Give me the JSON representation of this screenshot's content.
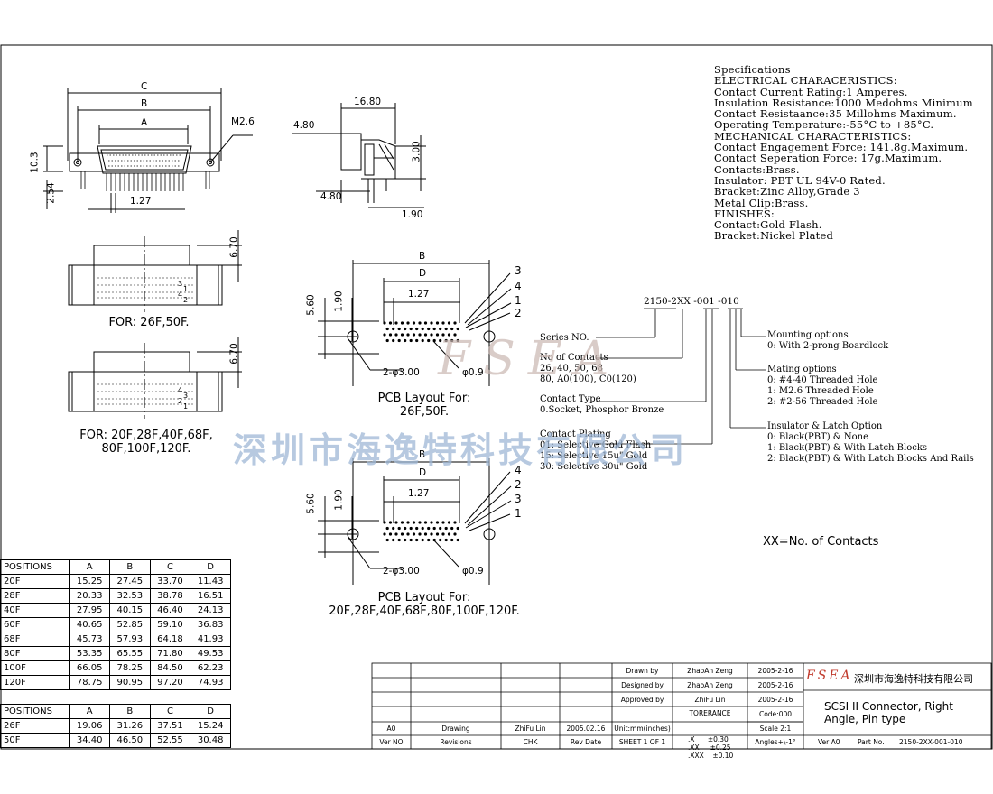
{
  "specifications": {
    "lines": [
      "Specifications",
      "ELECTRICAL CHARACERISTICS:",
      "Contact Current Rating:1 Amperes.",
      "Insulation Resistance:1000 Medohms Minimum",
      "Contact Resistaance:35 Millohms Maximum.",
      "Operating Temperature:-55°C to +85°C.",
      "MECHANICAL CHARACTERISTICS:",
      "Contact Engagement Force: 141.8g.Maximum.",
      "Contact Seperation Force: 17g.Maximum.",
      "Contacts:Brass.",
      "Insulator: PBT UL 94V-0 Rated.",
      "Bracket:Zinc Alloy,Grade 3",
      "Metal Clip:Brass.",
      "FINISHES:",
      "Contact:Gold Flash.",
      "Bracket:Nickel Plated"
    ]
  },
  "front_view": {
    "dims": {
      "c": "C",
      "b": "B",
      "a": "A",
      "m": "M2.6",
      "h": "10.3",
      "pitch_h": "2.54",
      "pitch": "1.27"
    }
  },
  "side_view": {
    "dims": {
      "w": "16.80",
      "top": "4.80",
      "bot": "4.80",
      "right": "3.00",
      "tail": "1.90"
    }
  },
  "top_view_1": {
    "dim": "6.70",
    "pins": [
      "3",
      "1",
      "4",
      "2"
    ],
    "caption": "FOR: 26F,50F."
  },
  "top_view_2": {
    "dim": "6.70",
    "pins": [
      "4",
      "3",
      "2",
      "1"
    ],
    "caption_lines": [
      "FOR: 20F,28F,40F,68F,",
      "80F,100F,120F."
    ]
  },
  "pcb_layout_1": {
    "dims": {
      "b": "B",
      "d": "D",
      "p": "1.27",
      "h1": "5.60",
      "h2": "1.90",
      "holes": "2-φ3.00",
      "pin": "φ0.9"
    },
    "pins": [
      "3",
      "4",
      "1",
      "2"
    ],
    "caption_lines": [
      "PCB Layout For:",
      "26F,50F."
    ]
  },
  "pcb_layout_2": {
    "dims": {
      "b": "B",
      "d": "D",
      "p": "1.27",
      "h1": "5.60",
      "h2": "1.90",
      "holes": "2-φ3.00",
      "pin": "φ0.9"
    },
    "pins": [
      "4",
      "2",
      "3",
      "1"
    ],
    "caption_lines": [
      "PCB Layout For:",
      "20F,28F,40F,68F,80F,100F,120F."
    ]
  },
  "ordering": {
    "part_code": "2150-2XX -001 -010",
    "series": "Series NO.",
    "contacts": [
      "No of Contacts",
      "26, 40, 50, 68",
      "80, A0(100), C0(120)"
    ],
    "contact_type": [
      "Contact Type",
      "0.Socket, Phosphor Bronze"
    ],
    "plating": [
      "Contact Plating",
      "01: Selective Gold Flash",
      "15: Selective 15u\" Gold",
      "30: Selective 30u\" Gold"
    ],
    "mounting": [
      "Mounting options",
      "0: With 2-prong Boardlock"
    ],
    "mating": [
      "Mating options",
      "0: #4-40 Threaded Hole",
      "1: M2.6 Threaded Hole",
      "2: #2-56 Threaded Hole"
    ],
    "insulator": [
      "Insulator & Latch Option",
      "0: Black(PBT) & None",
      "1: Black(PBT) & With Latch Blocks",
      "2: Black(PBT) & With Latch Blocks And Rails"
    ],
    "xx_note": "XX=No. of Contacts"
  },
  "watermark": {
    "logo": "FSEA",
    "company": "深圳市海逸特科技有限公司"
  },
  "table1": {
    "headers": [
      "POSITIONS",
      "A",
      "B",
      "C",
      "D"
    ],
    "rows": [
      [
        "20F",
        "15.25",
        "27.45",
        "33.70",
        "11.43"
      ],
      [
        "28F",
        "20.33",
        "32.53",
        "38.78",
        "16.51"
      ],
      [
        "40F",
        "27.95",
        "40.15",
        "46.40",
        "24.13"
      ],
      [
        "60F",
        "40.65",
        "52.85",
        "59.10",
        "36.83"
      ],
      [
        "68F",
        "45.73",
        "57.93",
        "64.18",
        "41.93"
      ],
      [
        "80F",
        "53.35",
        "65.55",
        "71.80",
        "49.53"
      ],
      [
        "100F",
        "66.05",
        "78.25",
        "84.50",
        "62.23"
      ],
      [
        "120F",
        "78.75",
        "90.95",
        "97.20",
        "74.93"
      ]
    ]
  },
  "table2": {
    "headers": [
      "POSITIONS",
      "A",
      "B",
      "C",
      "D"
    ],
    "rows": [
      [
        "26F",
        "19.06",
        "31.26",
        "37.51",
        "15.24"
      ],
      [
        "50F",
        "34.40",
        "46.50",
        "52.55",
        "30.48"
      ]
    ]
  },
  "title_block": {
    "rev": {
      "a0": "A0",
      "drawing": "Drawing",
      "zhifu": "ZhiFu Lin",
      "date": "2005.02.16",
      "ver_no": "Ver NO",
      "revisions": "Revisions",
      "chk": "CHK",
      "rev_date": "Rev Date"
    },
    "drawn_by": "Drawn   by",
    "designed_by": "Designed by",
    "approved_by": "Approved by",
    "drawn_name": "ZhaoAn Zeng",
    "designed_name": "ZhaoAn Zeng",
    "approved_name": "ZhiFu Lin",
    "drawn_date": "2005-2-16",
    "designed_date": "2005-2-16",
    "approved_date": "2005-2-16",
    "units": "Unit:mm(inches)",
    "sheet": "SHEET 1 OF 1",
    "tolerance": "TORERANCE",
    "tol_lines": [
      ".X      ±0.30",
      ".XX     ±0.25",
      ".XXX    ±0.10"
    ],
    "code": "Code:000",
    "scale": "Scale 2:1",
    "angles": "Angles+\\-1°",
    "logo": "FSEA",
    "company": "深圳市海逸特科技有限公司",
    "title_lines": [
      "SCSI  II Connector, Right",
      "Angle, Pin type"
    ],
    "ver": "Ver A0",
    "part_label": "Part No.",
    "part_no": "2150-2XX-001-010"
  }
}
